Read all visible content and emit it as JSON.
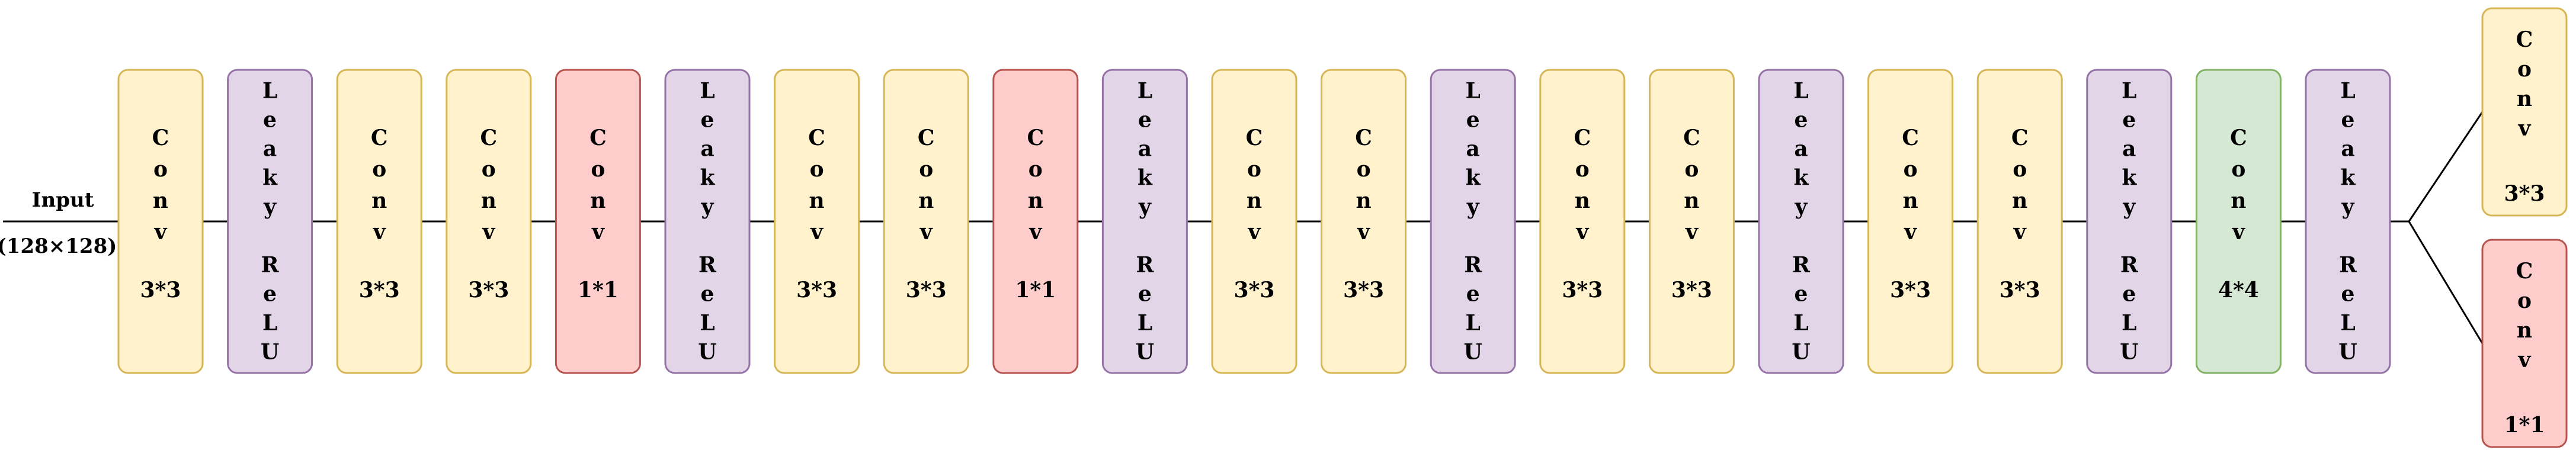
{
  "input": {
    "label": "Input",
    "size": "(128×128)"
  },
  "colors": {
    "conv3": {
      "fill": "#fff2cc",
      "stroke": "#d6b656"
    },
    "conv1": {
      "fill": "#ffcccc",
      "stroke": "#b85450"
    },
    "relu": {
      "fill": "#e1d5e7",
      "stroke": "#9673a6"
    },
    "conv4": {
      "fill": "#d5e8d4",
      "stroke": "#82b366"
    },
    "line": "#000000"
  },
  "blocks": [
    {
      "kind": "conv3",
      "letters": [
        "C",
        "o",
        "n",
        "v"
      ],
      "size": "3*3"
    },
    {
      "kind": "relu",
      "letters": [
        "L",
        "e",
        "a",
        "k",
        "y",
        "",
        "R",
        "e",
        "L",
        "U"
      ],
      "size": ""
    },
    {
      "kind": "conv3",
      "letters": [
        "C",
        "o",
        "n",
        "v"
      ],
      "size": "3*3"
    },
    {
      "kind": "conv3",
      "letters": [
        "C",
        "o",
        "n",
        "v"
      ],
      "size": "3*3"
    },
    {
      "kind": "conv1",
      "letters": [
        "C",
        "o",
        "n",
        "v"
      ],
      "size": "1*1"
    },
    {
      "kind": "relu",
      "letters": [
        "L",
        "e",
        "a",
        "k",
        "y",
        "",
        "R",
        "e",
        "L",
        "U"
      ],
      "size": ""
    },
    {
      "kind": "conv3",
      "letters": [
        "C",
        "o",
        "n",
        "v"
      ],
      "size": "3*3"
    },
    {
      "kind": "conv3",
      "letters": [
        "C",
        "o",
        "n",
        "v"
      ],
      "size": "3*3"
    },
    {
      "kind": "conv1",
      "letters": [
        "C",
        "o",
        "n",
        "v"
      ],
      "size": "1*1"
    },
    {
      "kind": "relu",
      "letters": [
        "L",
        "e",
        "a",
        "k",
        "y",
        "",
        "R",
        "e",
        "L",
        "U"
      ],
      "size": ""
    },
    {
      "kind": "conv3",
      "letters": [
        "C",
        "o",
        "n",
        "v"
      ],
      "size": "3*3"
    },
    {
      "kind": "conv3",
      "letters": [
        "C",
        "o",
        "n",
        "v"
      ],
      "size": "3*3"
    },
    {
      "kind": "relu",
      "letters": [
        "L",
        "e",
        "a",
        "k",
        "y",
        "",
        "R",
        "e",
        "L",
        "U"
      ],
      "size": ""
    },
    {
      "kind": "conv3",
      "letters": [
        "C",
        "o",
        "n",
        "v"
      ],
      "size": "3*3"
    },
    {
      "kind": "conv3",
      "letters": [
        "C",
        "o",
        "n",
        "v"
      ],
      "size": "3*3"
    },
    {
      "kind": "relu",
      "letters": [
        "L",
        "e",
        "a",
        "k",
        "y",
        "",
        "R",
        "e",
        "L",
        "U"
      ],
      "size": ""
    },
    {
      "kind": "conv3",
      "letters": [
        "C",
        "o",
        "n",
        "v"
      ],
      "size": "3*3"
    },
    {
      "kind": "conv3",
      "letters": [
        "C",
        "o",
        "n",
        "v"
      ],
      "size": "3*3"
    },
    {
      "kind": "relu",
      "letters": [
        "L",
        "e",
        "a",
        "k",
        "y",
        "",
        "R",
        "e",
        "L",
        "U"
      ],
      "size": ""
    },
    {
      "kind": "conv4",
      "letters": [
        "C",
        "o",
        "n",
        "v"
      ],
      "size": "4*4"
    },
    {
      "kind": "relu",
      "letters": [
        "L",
        "e",
        "a",
        "k",
        "y",
        "",
        "R",
        "e",
        "L",
        "U"
      ],
      "size": ""
    }
  ],
  "outputs": [
    {
      "kind": "conv3",
      "letters": [
        "C",
        "o",
        "n",
        "v"
      ],
      "size": "3*3"
    },
    {
      "kind": "conv1",
      "letters": [
        "C",
        "o",
        "n",
        "v"
      ],
      "size": "1*1"
    }
  ]
}
